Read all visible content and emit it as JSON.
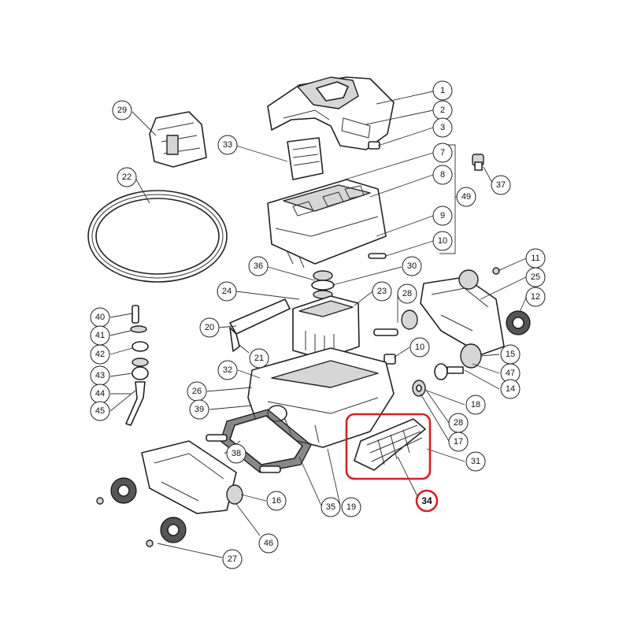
{
  "diagram": {
    "type": "exploded-parts-diagram",
    "highlight_color": "#d42027",
    "highlighted_part": "34",
    "callouts": [
      "1",
      "2",
      "3",
      "7",
      "8",
      "9",
      "10",
      "49",
      "29",
      "33",
      "37",
      "22",
      "36",
      "30",
      "11",
      "25",
      "24",
      "23",
      "28",
      "12",
      "40",
      "41",
      "42",
      "43",
      "44",
      "45",
      "20",
      "21",
      "32",
      "10",
      "15",
      "47",
      "14",
      "26",
      "39",
      "18",
      "28",
      "17",
      "31",
      "38",
      "16",
      "35",
      "19",
      "34",
      "46",
      "27"
    ]
  }
}
